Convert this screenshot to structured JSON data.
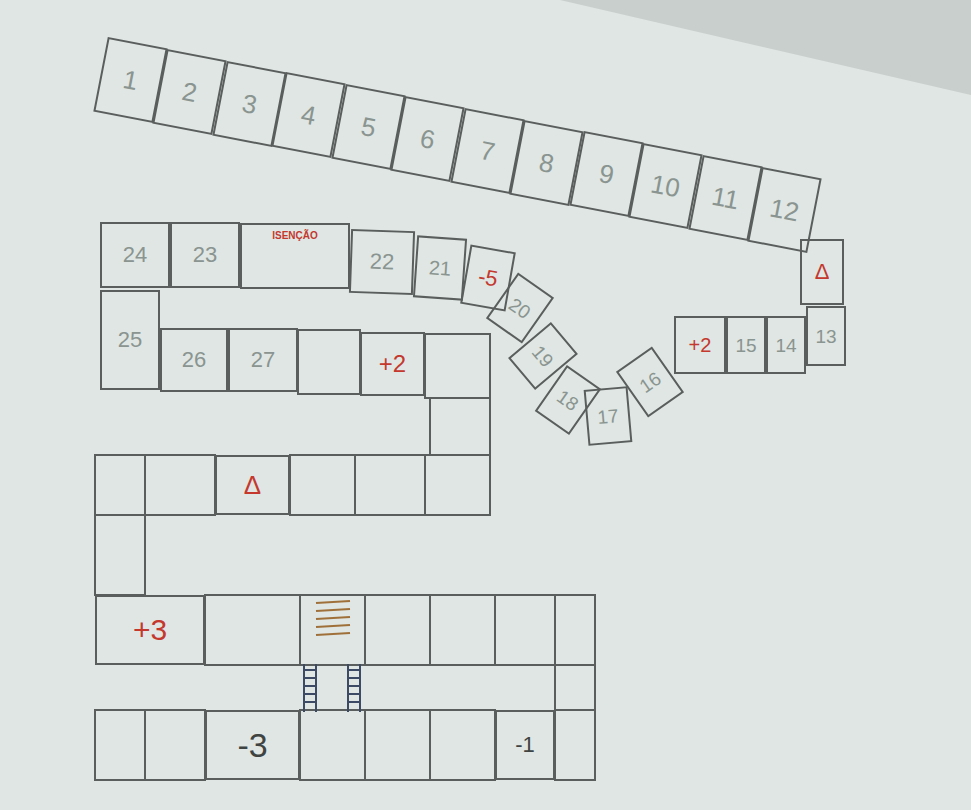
{
  "diagram": {
    "nodes": [
      {
        "text": [
          "1"
        ]
      },
      {
        "text": [
          "2"
        ]
      },
      {
        "text": [
          "3"
        ]
      },
      {
        "text": [
          "4"
        ]
      },
      {
        "text": [
          "5"
        ]
      },
      {
        "text": [
          "6"
        ]
      },
      {
        "text": [
          "7"
        ]
      },
      {
        "text": [
          "8"
        ]
      },
      {
        "text": [
          "9"
        ]
      },
      {
        "text": [
          "10"
        ]
      },
      {
        "text": [
          "11"
        ]
      },
      {
        "text": [
          "12"
        ]
      },
      {
        "text": [
          "Δ"
        ]
      },
      {
        "text": [
          "13"
        ]
      },
      {
        "text": [
          "14"
        ]
      },
      {
        "text": [
          "15"
        ]
      },
      {
        "text": [
          "+2"
        ]
      },
      {
        "text": [
          "16"
        ]
      },
      {
        "text": [
          "17"
        ]
      },
      {
        "text": [
          "18"
        ]
      },
      {
        "text": [
          "19"
        ]
      },
      {
        "text": [
          "20"
        ]
      },
      {
        "text": [
          "-5"
        ]
      },
      {
        "text": [
          "21"
        ]
      },
      {
        "text": [
          "22"
        ]
      },
      {
        "text": [
          "ISENÇÃO"
        ]
      },
      {
        "text": [
          "23"
        ]
      },
      {
        "text": [
          "24"
        ]
      },
      {
        "text": [
          "25"
        ]
      },
      {
        "text": [
          "26"
        ]
      },
      {
        "text": [
          "27"
        ]
      },
      {
        "text": [
          "+2"
        ]
      },
      {
        "text": [
          "Δ"
        ]
      },
      {
        "text": [
          "+3"
        ]
      },
      {
        "text": [
          "-1"
        ]
      },
      {
        "text": [
          "-3"
        ]
      }
    ]
  }
}
